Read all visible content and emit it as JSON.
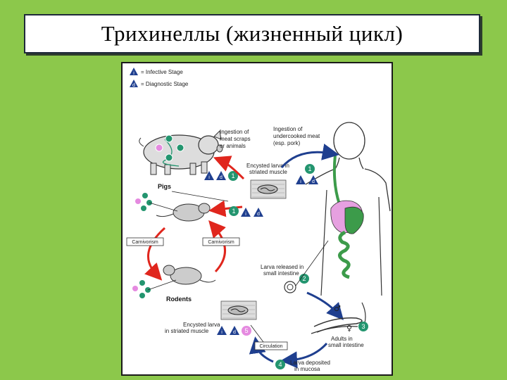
{
  "slide": {
    "title": "Трихинеллы (жизненный цикл)"
  },
  "legend": {
    "infective_symbol": "i",
    "infective_label": "= Infective Stage",
    "diagnostic_symbol": "d",
    "diagnostic_label": "= Diagnostic Stage"
  },
  "labels": {
    "ingestion_scraps_1": "Ingestion of",
    "ingestion_scraps_2": "meat scraps",
    "ingestion_scraps_3": "or animals",
    "ingestion_meat_1": "Ingestion of",
    "ingestion_meat_2": "undercooked meat",
    "ingestion_meat_3": "(esp. pork)",
    "encysted_top_1": "Encysted larva in",
    "encysted_top_2": "striated muscle",
    "pigs": "Pigs",
    "rodents": "Rodents",
    "carnivorism_left": "Carnivorism",
    "carnivorism_right": "Carnivorism",
    "larva_released_1": "Larva released in",
    "larva_released_2": "small intestine",
    "encysted_bottom_1": "Encysted larva",
    "encysted_bottom_2": "in striated muscle",
    "circulation": "Circulation",
    "adults_1": "Adults in",
    "adults_2": "small intestine",
    "deposited_1": "Larva deposited",
    "deposited_2": "in mucosa",
    "male_symbol": "♂",
    "female_symbol": "♀",
    "step_1": "1",
    "step_2": "2",
    "step_3": "3",
    "step_4": "4",
    "step_5": "5",
    "sym_i": "i",
    "sym_d": "d"
  },
  "colors": {
    "background": "#8cc84b",
    "arrow_red": "#e0261d",
    "arrow_blue": "#1f3f8f",
    "step_circle": "#23956f",
    "infective_tri": "#1f3f8f",
    "stomach_green": "#3c9b4a",
    "liver_pink": "#e6a0e0"
  }
}
